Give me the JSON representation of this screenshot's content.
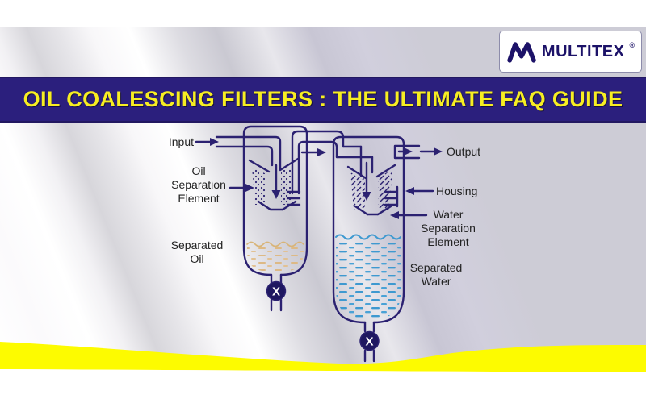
{
  "header": {
    "logo": {
      "brand": "MULTITEX",
      "registered_mark": "®"
    },
    "banner_title": "OIL COALESCING FILTERS : THE ULTIMATE FAQ GUIDE"
  },
  "diagram": {
    "type": "schematic",
    "subject": "Two-stage oil coalescing filter with oil and water separation vessels",
    "labels": {
      "input": "Input",
      "oil_separation_element": "Oil\nSeparation\nElement",
      "separated_oil": "Separated\nOil",
      "output": "Output",
      "housing": "Housing",
      "water_separation_element": "Water\nSeparation\nElement",
      "separated_water": "Separated\nWater"
    },
    "valve_symbol": "X",
    "colors": {
      "line_navy": "#2b2171",
      "water_blue": "#3e99d0",
      "oil_tan": "#ddb985",
      "banner_bg": "#2b1f7d",
      "banner_text": "#f7ee22",
      "bottom_band_yellow": "#fdfb00"
    }
  }
}
